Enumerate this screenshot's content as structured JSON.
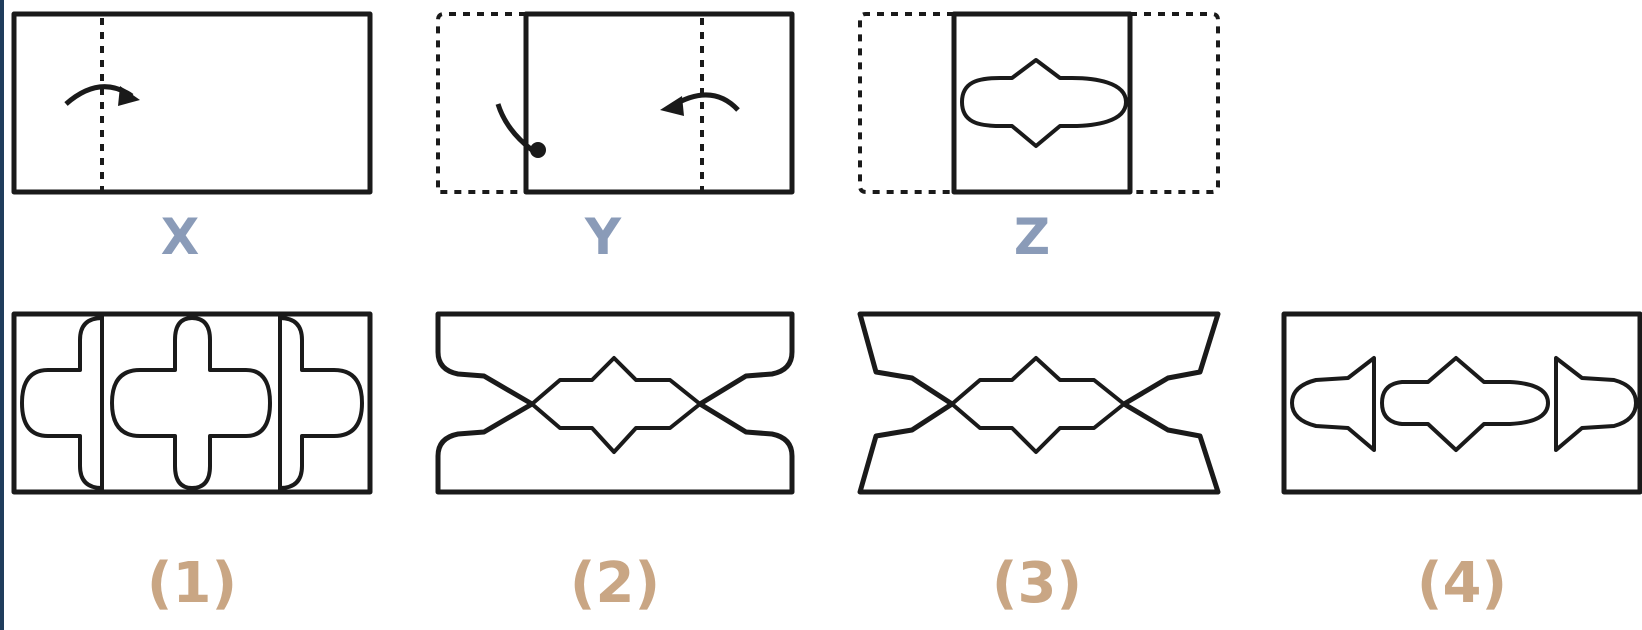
{
  "steps": [
    {
      "id": "x",
      "label": "X"
    },
    {
      "id": "y",
      "label": "Y"
    },
    {
      "id": "z",
      "label": "Z"
    }
  ],
  "options": [
    {
      "id": "1",
      "label": "(1)"
    },
    {
      "id": "2",
      "label": "(2)"
    },
    {
      "id": "3",
      "label": "(3)"
    },
    {
      "id": "4",
      "label": "(4)"
    }
  ]
}
